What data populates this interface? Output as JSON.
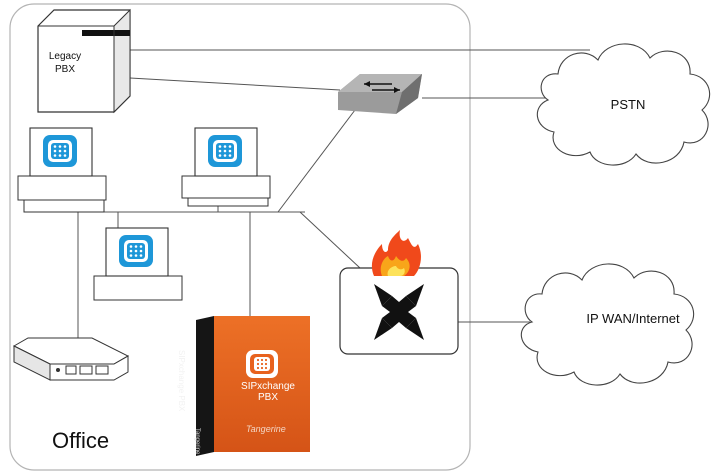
{
  "office": {
    "label": "Office"
  },
  "legacy_pbx": {
    "label_line1": "Legacy",
    "label_line2": "PBX"
  },
  "clouds": {
    "pstn": "PSTN",
    "wan": "IP WAN/Internet"
  },
  "product_box": {
    "title_line1": "SIPxchange",
    "title_line2": "PBX",
    "spine_text": "SIPxchange PBX",
    "brand": "Tangerine",
    "spine_brand": "Tangerine"
  },
  "colors": {
    "phone_blue": "#1e97d8",
    "box_orange": "#e8621e",
    "switch_gray": "#8a8a8a",
    "flame": "#f0491b"
  },
  "icons": {
    "phone": "ip-phone-icon",
    "switch": "network-switch-icon",
    "firewall": "firewall-icon",
    "modem": "modem-icon",
    "cloud": "cloud-icon"
  }
}
